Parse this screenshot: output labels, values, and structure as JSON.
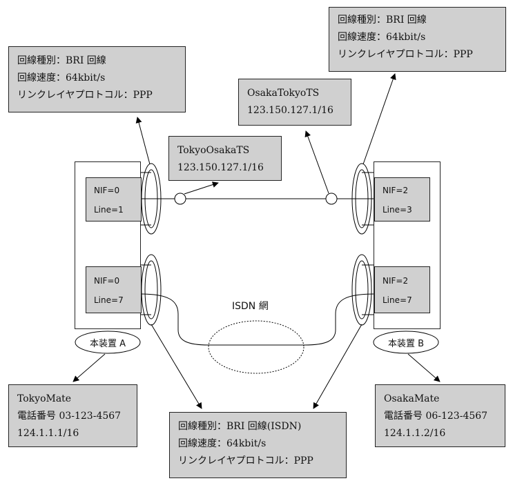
{
  "line_info_a": {
    "type": "回線種別：BRI 回線",
    "speed": "回線速度：64kbit/s",
    "protocol": "リンクレイヤプロトコル：PPP"
  },
  "line_info_b": {
    "type": "回線種別：BRI 回線",
    "speed": "回線速度：64kbit/s",
    "protocol": "リンクレイヤプロトコル：PPP"
  },
  "line_info_isdn": {
    "type": "回線種別：BRI 回線(ISDN)",
    "speed": "回線速度：64kbit/s",
    "protocol": "リンクレイヤプロトコル：PPP"
  },
  "osaka_tokyo_ts": {
    "name": "OsakaTokyoTS",
    "address": "123.150.127.1/16"
  },
  "tokyo_osaka_ts": {
    "name": "TokyoOsakaTS",
    "address": "123.150.127.1/16"
  },
  "device_a": {
    "label": "本装置 A",
    "nif_top": {
      "nif": "NIF=0",
      "line": "Line=1"
    },
    "nif_bottom": {
      "nif": "NIF=0",
      "line": "Line=7"
    }
  },
  "device_b": {
    "label": "本装置 B",
    "nif_top": {
      "nif": "NIF=2",
      "line": "Line=3"
    },
    "nif_bottom": {
      "nif": "NIF=2",
      "line": "Line=7"
    }
  },
  "network": {
    "label": "ISDN 網"
  },
  "tokyo_mate": {
    "name": "TokyoMate",
    "phone": "電話番号 03-123-4567",
    "address": "124.1.1.1/16"
  },
  "osaka_mate": {
    "name": "OsakaMate",
    "phone": "電話番号 06-123-4567",
    "address": "124.1.1.2/16"
  }
}
